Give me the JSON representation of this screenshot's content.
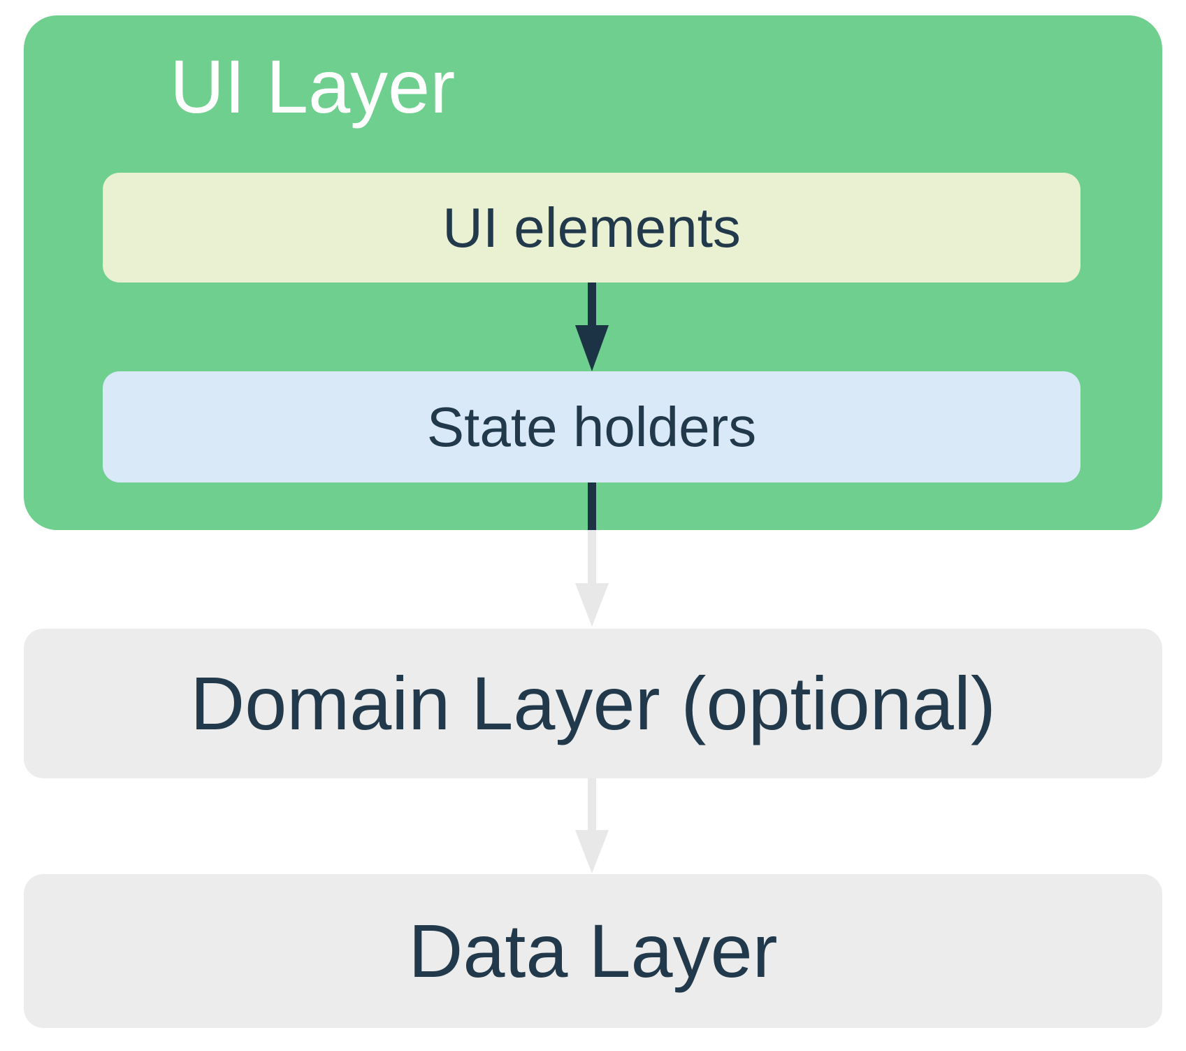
{
  "layers": {
    "ui": {
      "title": "UI Layer",
      "children": [
        {
          "label": "UI elements"
        },
        {
          "label": "State holders"
        }
      ]
    },
    "domain": {
      "title": "Domain Layer (optional)"
    },
    "data": {
      "title": "Data Layer"
    }
  },
  "icons": {
    "ui_elements_to_state_holders": "down-arrow-solid-dark",
    "ui_layer_to_domain_layer": "down-arrow-muted-gray",
    "domain_layer_to_data_layer": "down-arrow-muted-gray"
  },
  "colors": {
    "ui_layer_bg": "#6FCF8E",
    "ui_elements_bg": "#EAF1D3",
    "state_holders_bg": "#D9E9F8",
    "layer_box_bg": "#ECECEC",
    "dark_arrow": "#1C3245",
    "gray_arrow": "#E8E8E8",
    "title_text": "#FFFFFF",
    "label_text": "#21394B",
    "page_bg": "#FFFFFF"
  }
}
